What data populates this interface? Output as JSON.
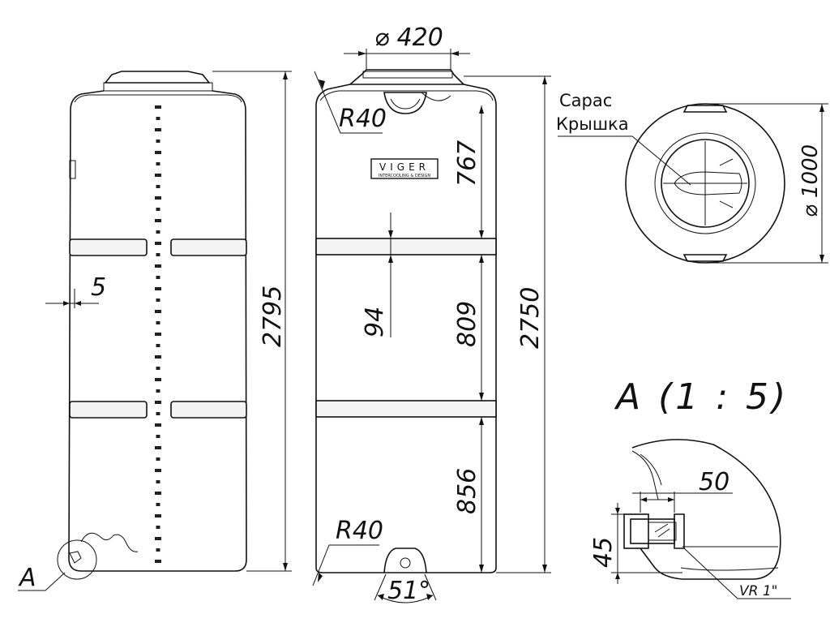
{
  "front_view": {
    "height_dim": "2795",
    "wall_dim": "5",
    "detail_callout": "A"
  },
  "side_view": {
    "top_diameter": "⌀ 420",
    "top_radius": "R40",
    "bottom_radius": "R40",
    "logo_text": "VIGER",
    "logo_subtext": "INTERCOOLING & DESIGN",
    "section_dims": [
      "767",
      "809",
      "856"
    ],
    "band_dim": "94",
    "height_dim": "2750",
    "angle_dim": "51°"
  },
  "top_view": {
    "label_line1": "Сарас",
    "label_line2": "Крышка",
    "diameter_dim": "⌀ 1000"
  },
  "detail_view": {
    "title": "A (1 : 5)",
    "dim_50": "50",
    "dim_45": "45",
    "fitting_label": "VR 1\""
  }
}
